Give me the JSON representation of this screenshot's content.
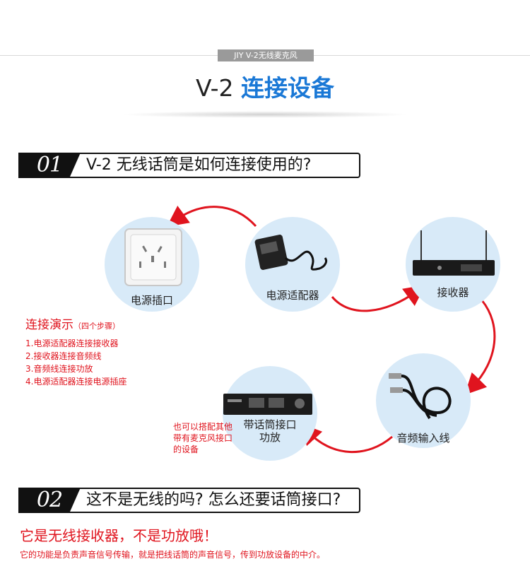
{
  "top_tag": "JIY V-2无线麦克风",
  "title": {
    "prefix": "V-2",
    "highlight": "连接设备"
  },
  "section1": {
    "num": "01",
    "question": "V-2 无线话筒是如何连接使用的?"
  },
  "devices": {
    "socket": "电源插口",
    "adapter": "电源适配器",
    "receiver": "接收器",
    "cable": "音频输入线",
    "amp_line1": "带话筒接口",
    "amp_line2": "功放"
  },
  "steps": {
    "title": "连接演示",
    "subtitle": "（四个步骤）",
    "items": [
      "1.电源适配器连接接收器",
      "2.接收器连接音频线",
      "3.音频线连接功放",
      "4.电源适配器连接电源插座"
    ]
  },
  "side_note": [
    "也可以搭配其他",
    "带有麦克风接口",
    "的设备"
  ],
  "section2": {
    "num": "02",
    "question": "这不是无线的吗? 怎么还要话筒接口?"
  },
  "answer": {
    "headline": "它是无线接收器，不是功放哦！",
    "detail": "它的功能是负责声音信号传输，就是把线话筒的声音信号，传到功放设备的中介。"
  },
  "colors": {
    "accent_blue": "#1a78d6",
    "accent_red": "#e0141e",
    "circle_bg": "#d8eaf8"
  }
}
